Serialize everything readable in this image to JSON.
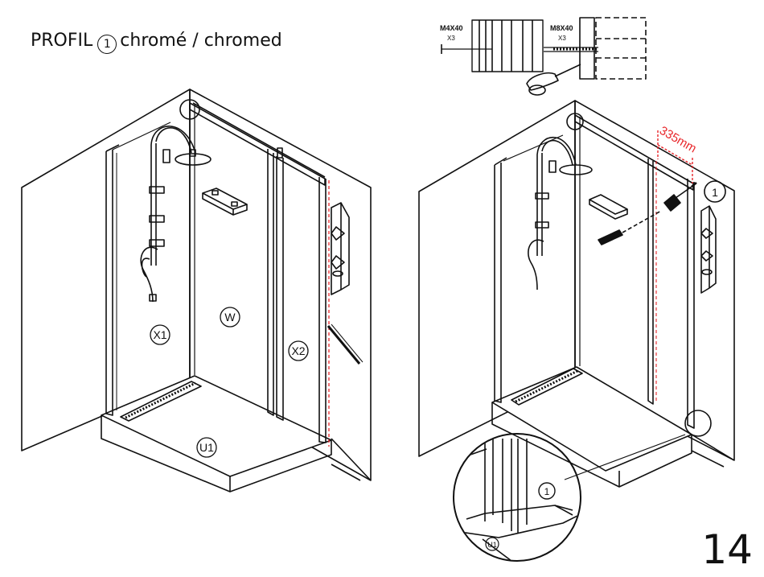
{
  "header": {
    "profil_label": "PROFIL",
    "profil_number": "1",
    "profil_text": "chromé / chromed"
  },
  "page_number": "14",
  "hardware": {
    "screw_a_size": "M4X40",
    "screw_a_qty": "X3",
    "screw_b_size": "M8X40",
    "screw_b_qty": "X3"
  },
  "left_view": {
    "panel_x1": "X1",
    "panel_w": "W",
    "panel_x2": "X2",
    "tray_u1": "U1"
  },
  "right_view": {
    "measurement": "335mm",
    "profile_callout": "1",
    "detail_profile": "1",
    "detail_tray": "U1"
  },
  "colors": {
    "line": "#111111",
    "dimension": "#e8262a"
  },
  "icons": [
    "screwdriver-icon",
    "drill-bit-icon",
    "wall-anchor-icon"
  ]
}
